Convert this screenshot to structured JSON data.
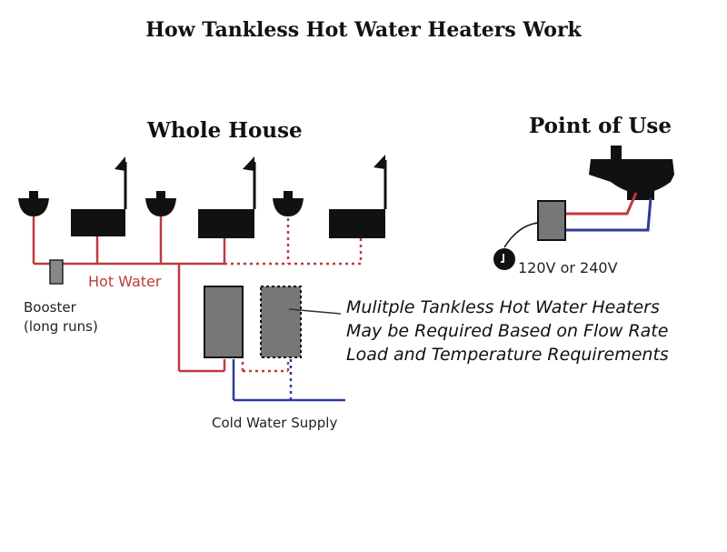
{
  "title": "How Tankless Hot Water Heaters Work",
  "whole_house": {
    "heading": "Whole House",
    "hot_water_label": "Hot Water",
    "booster_label_line1": "Booster",
    "booster_label_line2": "(long runs)",
    "cold_water_label": "Cold Water Supply",
    "note": "Mulitple Tankless Hot Water Heaters May be Required Based on Flow Rate Load and Temperature Requirements"
  },
  "point_of_use": {
    "heading": "Point of Use",
    "voltage_label": "120V or 240V"
  },
  "colors": {
    "hot_pipe": "#c0393e",
    "cold_pipe": "#2b3a9e",
    "heater_fill": "#777777",
    "fixture": "#111111"
  }
}
